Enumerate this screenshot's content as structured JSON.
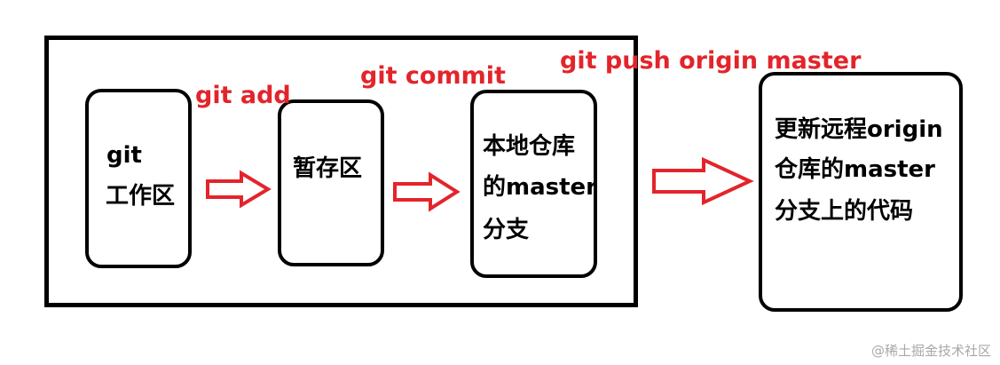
{
  "diagram": {
    "colors": {
      "box_border": "#000000",
      "command_text": "#e3242b",
      "arrow_stroke": "#e3242b",
      "watermark": "#a8a8a8"
    },
    "stages": {
      "working_dir": {
        "line1": "git",
        "line2": "工作区"
      },
      "staging": {
        "line1": "暂存区"
      },
      "local_repo": {
        "line1": "本地仓库",
        "line2": "的master",
        "line3": "分支"
      },
      "remote": {
        "line1": "更新远程origin",
        "line2": "仓库的master",
        "line3": "分支上的代码"
      }
    },
    "commands": {
      "add": "git add",
      "commit": "git commit",
      "push": "git push origin master"
    },
    "watermark": "@稀土掘金技术社区"
  }
}
